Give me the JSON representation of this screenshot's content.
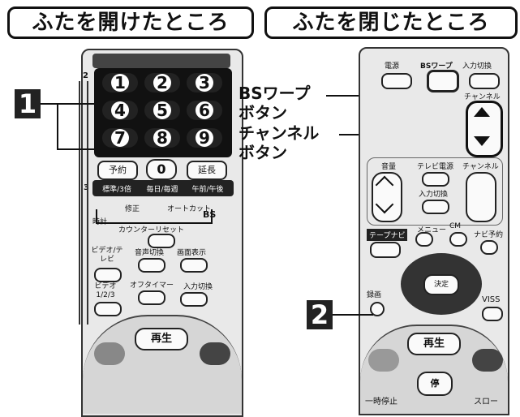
{
  "headers": {
    "left": "ふたを開けたところ",
    "right": "ふたを閉じたところ"
  },
  "step_labels": {
    "one": "1",
    "two": "2"
  },
  "callouts": {
    "bs_line1": "BSワープ",
    "bs_line2": "ボタン",
    "ch_line1": "チャンネル",
    "ch_line2": "ボタン"
  },
  "left_remote": {
    "row_top": "2",
    "keys": [
      "1",
      "2",
      "3",
      "4",
      "5",
      "6",
      "7",
      "8",
      "9",
      "0"
    ],
    "yoyaku": "予約",
    "encho": "延長",
    "row3_num": "3",
    "row3": [
      "標準/3倍",
      "毎日/毎週",
      "午前/午後"
    ],
    "shusei": "修正",
    "auto_cut": "オートカット",
    "jikei": "時計",
    "bs": "BS",
    "counter_reset": "カウンターリセット",
    "video_tv": "ビデオ/テレビ",
    "onsei": "音声切換",
    "gamen": "画面表示",
    "video123": "ビデオ1/2/3",
    "off_timer": "オフタイマー",
    "input_switch": "入力切換",
    "play": "再生"
  },
  "right_remote": {
    "top": [
      "電源",
      "BSワープ",
      "入力切換"
    ],
    "channel": "チャンネル",
    "row2": [
      "音量",
      "テレビ電源",
      "チャンネル"
    ],
    "input_switch": "入力切換",
    "row3": [
      "テープナビ",
      "メニュー",
      "CM",
      "ナビ予約"
    ],
    "kettei": "決定",
    "rokuga": "録画",
    "viss": "VISS",
    "play": "再生",
    "pause": "一時停止",
    "stop": "停",
    "slow": "スロー"
  }
}
